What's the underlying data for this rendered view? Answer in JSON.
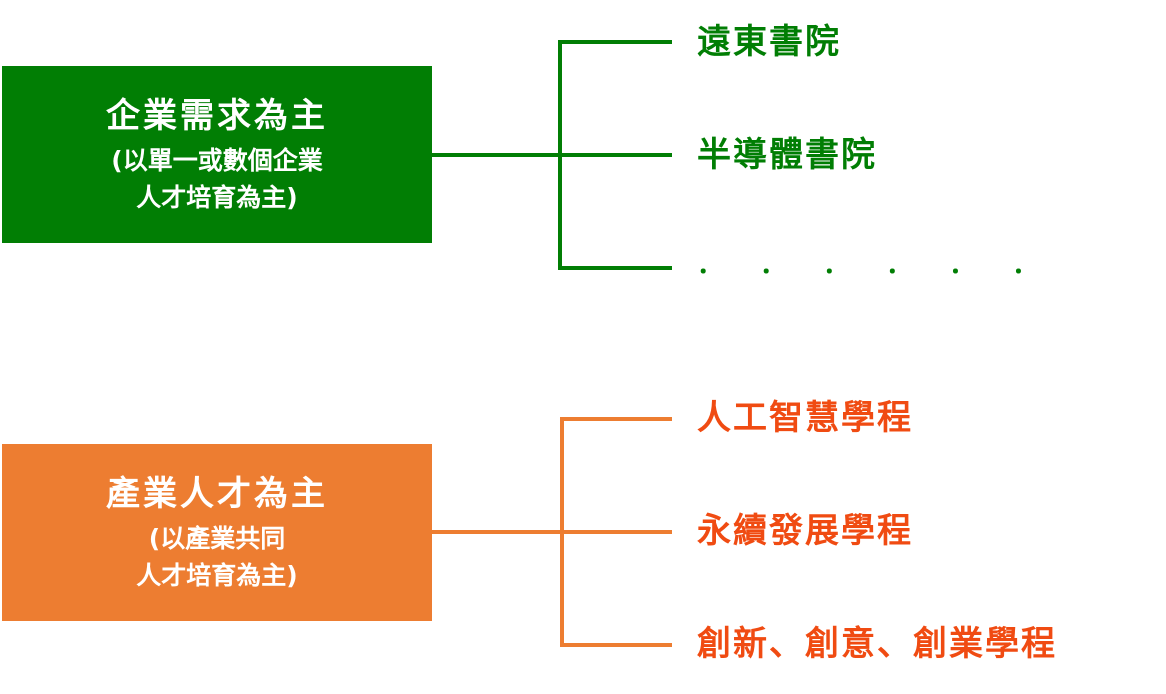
{
  "colors": {
    "green": "#017E04",
    "orange": "#ED7D31",
    "orange_text": "#F04B12"
  },
  "groups": [
    {
      "title": "企業需求為主",
      "subtitle_lines": [
        "(以單一或數個企業",
        "人才培育為主)"
      ],
      "items": [
        "遠東書院",
        "半導體書院",
        "． ． ． ． ． ．"
      ]
    },
    {
      "title": "產業人才為主",
      "subtitle_lines": [
        "(以產業共同",
        "人才培育為主)"
      ],
      "items": [
        "人工智慧學程",
        "永續發展學程",
        "創新、創意、創業學程"
      ]
    }
  ]
}
